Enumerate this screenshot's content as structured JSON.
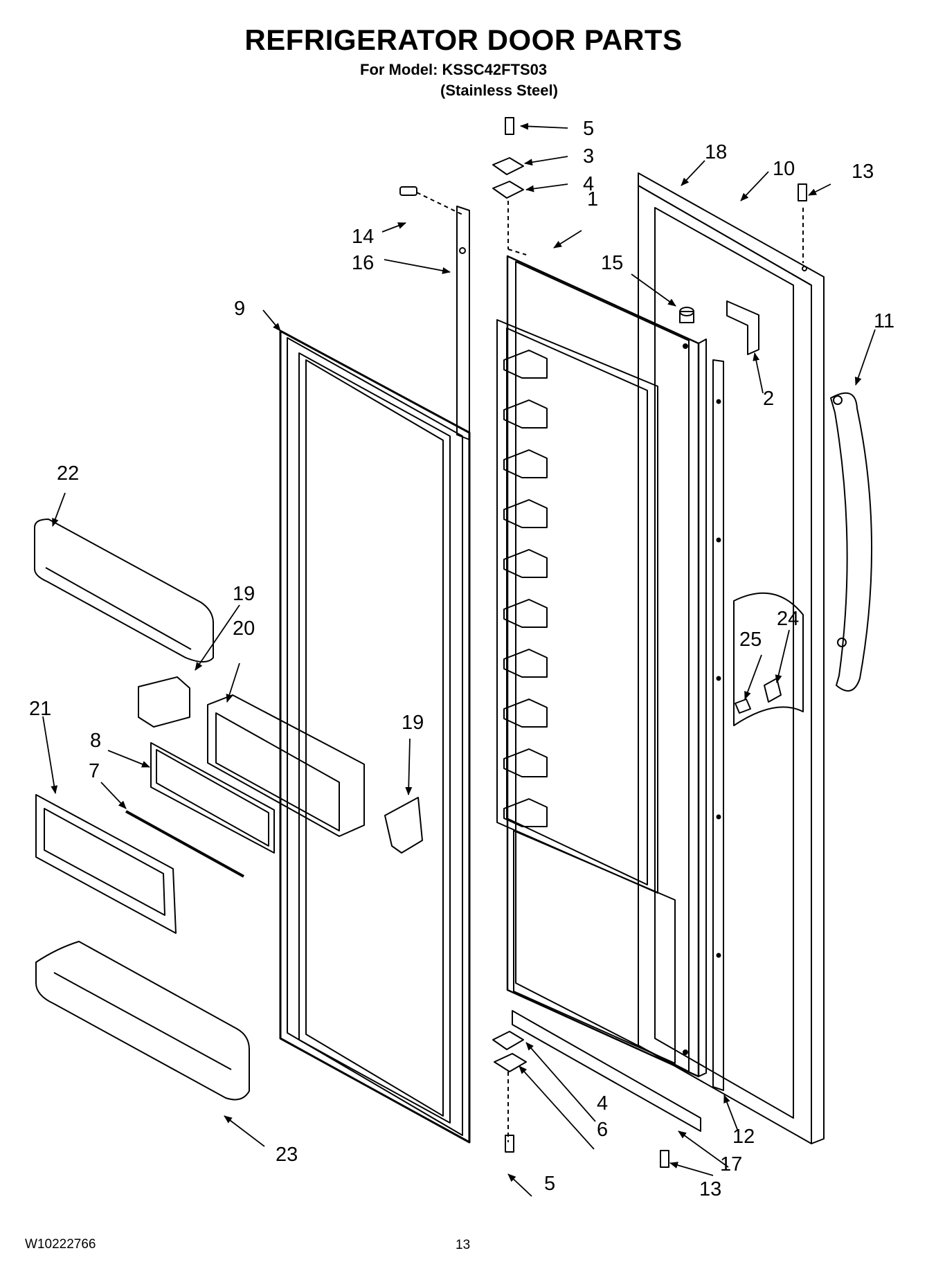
{
  "header": {
    "title": "REFRIGERATOR DOOR PARTS",
    "model_line": "For Model: KSSC42FTS03",
    "finish_line": "(Stainless Steel)"
  },
  "footer": {
    "doc_number": "W10222766",
    "page_number": "13"
  },
  "callouts": {
    "c1": "1",
    "c2": "2",
    "c3": "3",
    "c4a": "4",
    "c4b": "4",
    "c5a": "5",
    "c5b": "5",
    "c6": "6",
    "c7": "7",
    "c8": "8",
    "c9": "9",
    "c10": "10",
    "c11": "11",
    "c12": "12",
    "c13a": "13",
    "c13b": "13",
    "c14": "14",
    "c15": "15",
    "c16": "16",
    "c17": "17",
    "c18": "18",
    "c19a": "19",
    "c19b": "19",
    "c20": "20",
    "c21": "21",
    "c22": "22",
    "c23": "23",
    "c24": "24",
    "c25": "25"
  }
}
